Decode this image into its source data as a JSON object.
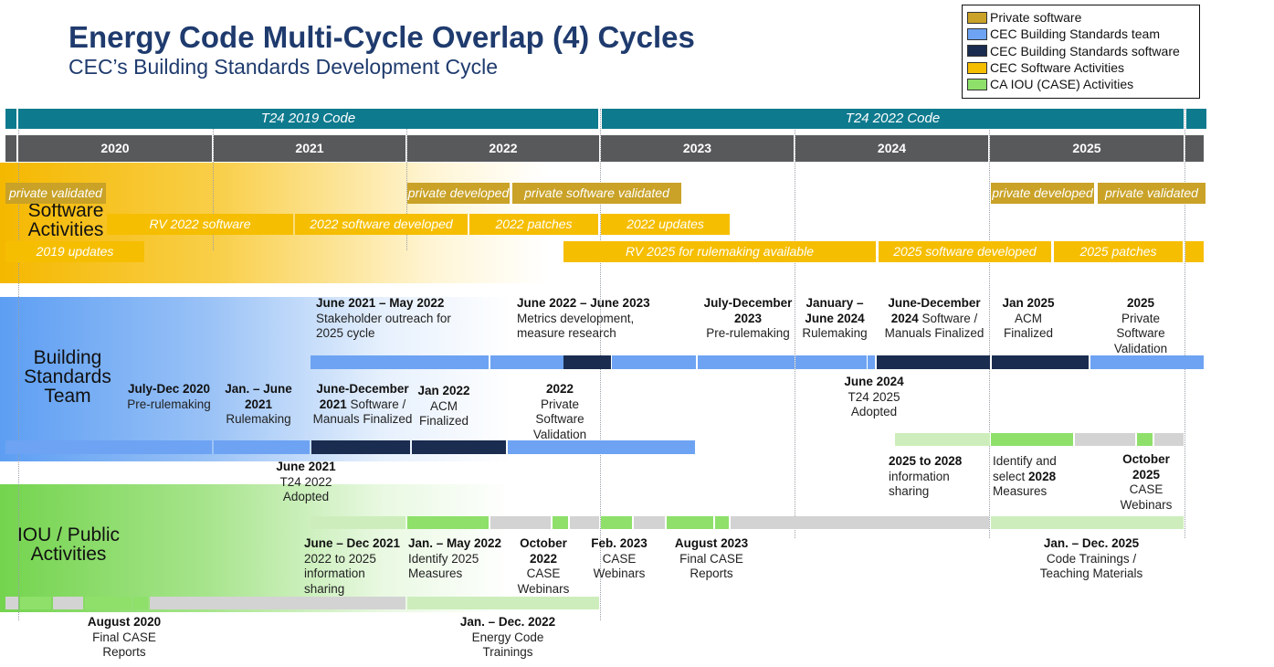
{
  "title": "Energy Code Multi-Cycle Overlap (4) Cycles",
  "subtitle": "CEC’s Building Standards Development Cycle",
  "legend": [
    {
      "label": "Private software",
      "color": "#c9a227"
    },
    {
      "label": "CEC Building Standards team",
      "color": "#6da3f2"
    },
    {
      "label": "CEC Building Standards software",
      "color": "#1a2c4f"
    },
    {
      "label": "CEC Software Activities",
      "color": "#f6be00"
    },
    {
      "label": "CA IOU (CASE) Activities",
      "color": "#8ee06a"
    }
  ],
  "codes": {
    "c2019": "T24 2019 Code",
    "c2022": "T24 2022 Code"
  },
  "years": [
    "2020",
    "2021",
    "2022",
    "2023",
    "2024",
    "2025"
  ],
  "sections": {
    "software": "Software Activities",
    "team": "Building Standards Team",
    "iou": "IOU / Public Activities"
  },
  "software_bars": {
    "private_validated_1": "private validated",
    "private_developed_1": "private developed",
    "private_software_validated": "private software validated",
    "private_developed_2": "private developed",
    "private_validated_2": "private validated",
    "rv2022": "RV 2022 software",
    "sw2022_dev": "2022 software developed",
    "patches2022": "2022 patches",
    "updates2022": "2022 updates",
    "updates2019": "2019 updates",
    "rv2025": "RV 2025 for rulemaking available",
    "sw2025_dev": "2025 software developed",
    "patches2025": "2025 patches"
  },
  "team_labels": {
    "a": {
      "bold": "June 2021 – May 2022",
      "text": "Stakeholder outreach for 2025 cycle"
    },
    "b": {
      "bold": "June 2022 – June 2023",
      "text": "Metrics development, measure research"
    },
    "c": {
      "bold": "July-December 2023",
      "text": "Pre-rulemaking"
    },
    "d": {
      "bold": "January – June 2024",
      "text": "Rulemaking"
    },
    "e": {
      "bold": "June-December 2024",
      "text": "Software / Manuals Finalized"
    },
    "f": {
      "bold": "Jan 2025",
      "text": "ACM Finalized"
    },
    "g": {
      "bold": "2025",
      "text": "Private Software Validation"
    },
    "h": {
      "bold": "July-Dec 2020",
      "text": "Pre-rulemaking"
    },
    "i": {
      "bold": "Jan. – June 2021",
      "text": "Rulemaking"
    },
    "j": {
      "bold": "June-December 2021",
      "text": "Software / Manuals Finalized"
    },
    "k": {
      "bold": "Jan 2022",
      "text": "ACM Finalized"
    },
    "l": {
      "bold": "2022",
      "text": "Private Software Validation"
    },
    "m": {
      "bold": "June 2024",
      "text": "T24 2025 Adopted"
    },
    "n": {
      "bold": "June 2021",
      "text": "T24 2022 Adopted"
    }
  },
  "iou_labels": {
    "a": {
      "bold": "2025 to 2028",
      "text": "information sharing"
    },
    "b": {
      "pre": "Identify and select",
      "bold": "2028",
      "text": "Measures"
    },
    "c": {
      "bold": "October 2025",
      "text": "CASE Webinars"
    },
    "d": {
      "bold": "June – Dec 2021",
      "text": "2022 to 2025 information sharing"
    },
    "e": {
      "bold": "Jan. – May 2022",
      "text": "Identify 2025 Measures"
    },
    "f": {
      "bold": "October 2022",
      "text": "CASE Webinars"
    },
    "g": {
      "bold": "Feb. 2023",
      "text": "CASE Webinars"
    },
    "h": {
      "bold": "August 2023",
      "text": "Final CASE Reports"
    },
    "i": {
      "bold": "Jan. – Dec. 2025",
      "text": "Code Trainings / Teaching Materials"
    },
    "j": {
      "bold": "August 2020",
      "text": "Final CASE Reports"
    },
    "k": {
      "bold": "Jan. – Dec. 2022",
      "text": "Energy Code Trainings"
    }
  }
}
